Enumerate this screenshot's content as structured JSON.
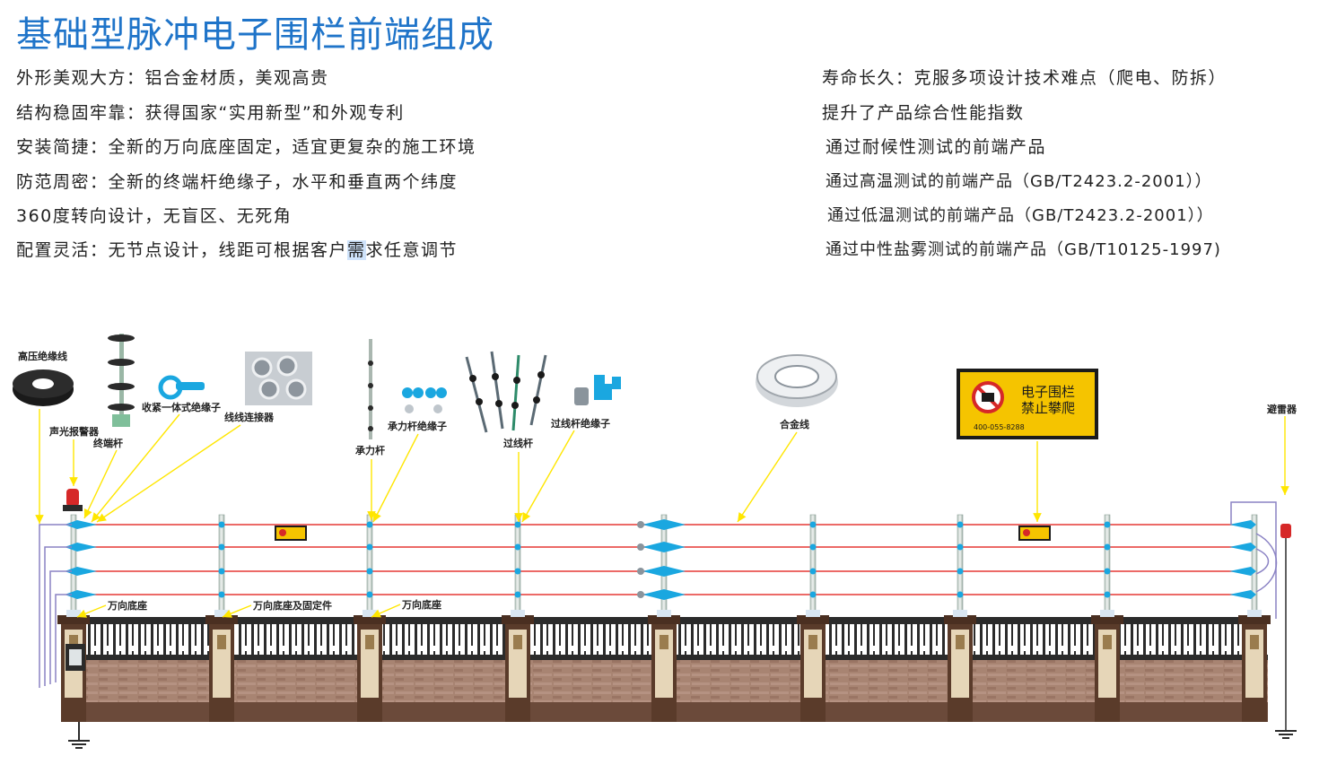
{
  "title": "基础型脉冲电子围栏前端组成",
  "features_left": [
    "外形美观大方：铝合金材质，美观高贵",
    "结构稳固牢靠：获得国家“实用新型”和外观专利",
    "安装简捷：全新的万向底座固定，适宜更复杂的施工环境",
    "防范周密：全新的终端杆绝缘子，水平和垂直两个纬度",
    "360度转向设计，无盲区、无死角",
    "配置灵活：无节点设计，线距可根据客户需求任意调节"
  ],
  "features_right": [
    "寿命长久：克服多项设计技术难点（爬电、防拆）",
    "提升了产品综合性能指数",
    "通过耐候性测试的前端产品",
    "通过高温测试的前端产品（GB/T2423.2-2001））",
    "通过低温测试的前端产品（GB/T2423.2-2001））",
    "通过中性盐雾测试的前端产品（GB/T10125-1997)"
  ],
  "labels": {
    "hv_wire": "高压绝缘线",
    "alarm": "声光报警器",
    "terminal_pole": "终端杆",
    "tension_insulator": "收紧一体式绝缘子",
    "wire_connector": "线线连接器",
    "stress_pole": "承力杆",
    "stress_insulator": "承力杆绝缘子",
    "pass_pole": "过线杆",
    "pass_insulator": "过线杆绝缘子",
    "alloy_wire": "合金线",
    "lightning": "避雷器",
    "base1": "万向底座",
    "base2": "万向底座及固定件",
    "base3": "万向底座"
  },
  "sign": {
    "line1": "电子围栏",
    "line2": "禁止攀爬",
    "phone": "400-055-8288"
  },
  "colors": {
    "title": "#1f74c9",
    "fence_wire": "#e53935",
    "arrow": "#ffe600",
    "insulator": "#1aa7e0",
    "sign_bg": "#f5c400",
    "pillar": "#5a3b2a",
    "wall": "#a07a68"
  }
}
